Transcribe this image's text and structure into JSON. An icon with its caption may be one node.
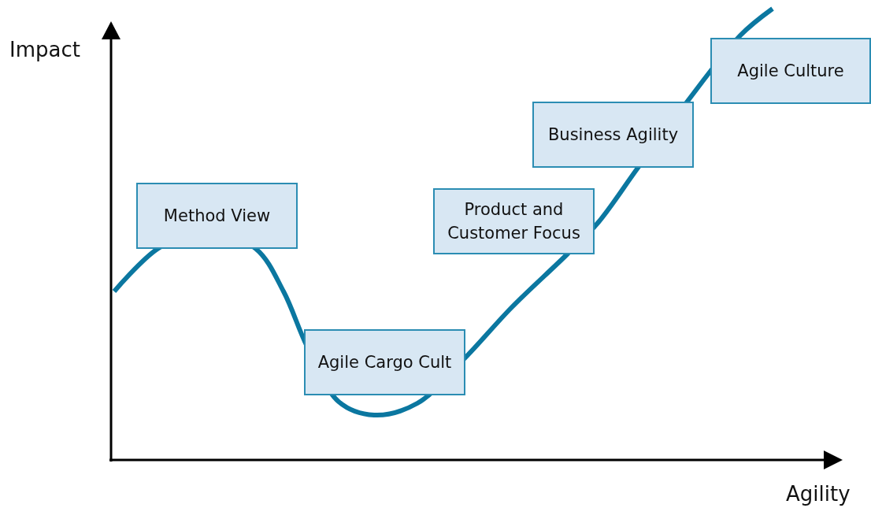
{
  "diagram": {
    "nodes": [
      {
        "text": [
          "Method View"
        ]
      },
      {
        "text": [
          "Agile Cargo Cult"
        ]
      },
      {
        "text": [
          "Product and Customer Focus"
        ]
      },
      {
        "text": [
          "Business Agility"
        ]
      },
      {
        "text": [
          "Agile Culture"
        ]
      }
    ],
    "labels": [
      "Impact",
      "Agility"
    ]
  }
}
